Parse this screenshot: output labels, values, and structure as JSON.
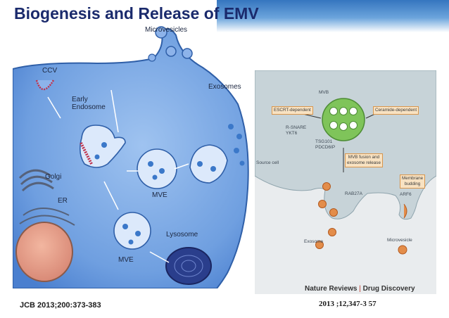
{
  "slide": {
    "title": "Biogenesis and Release of EMV"
  },
  "left_figure": {
    "labels": {
      "microvesicles": "Microvesicles",
      "ccv": "CCV",
      "early_endosome": "Early\nEndosome",
      "exosomes": "Exosomes",
      "golgi": "Golgi",
      "er": "ER",
      "mve_1": "MVE",
      "lysosome": "Lysosome",
      "mve_2": "MVE"
    },
    "citation": "JCB 2013;200:373-383"
  },
  "right_figure": {
    "labels": {
      "mvb": "MVB",
      "escrt": "ESCRT-dependent",
      "ceramide": "Ceramide-dependent",
      "rsnare": "R-SNARE\nYKT6",
      "tsg": "TSG101\nPDCD6IP",
      "source_cell": "Source cell",
      "fusion": "MVB fusion and\nexosome release",
      "rab": "RAB27A",
      "membrane": "Membrane\nbudding",
      "arf6": "ARF6",
      "exosome": "Exosome",
      "microvesicle": "Microvesicle"
    },
    "brand": {
      "journal": "Nature Reviews",
      "separator": "|",
      "section": "Drug Discovery"
    },
    "citation": "2013 ;12,347-3 57"
  },
  "colors": {
    "title": "#1a2a6c",
    "cell_fill": "#6f9fe0",
    "cell_stroke": "#2f5fa8",
    "vesicle_fill": "#e38d4a",
    "mvb_fill": "#7fc45a",
    "box_fill": "#f8e2c2",
    "box_border": "#d8964d"
  }
}
